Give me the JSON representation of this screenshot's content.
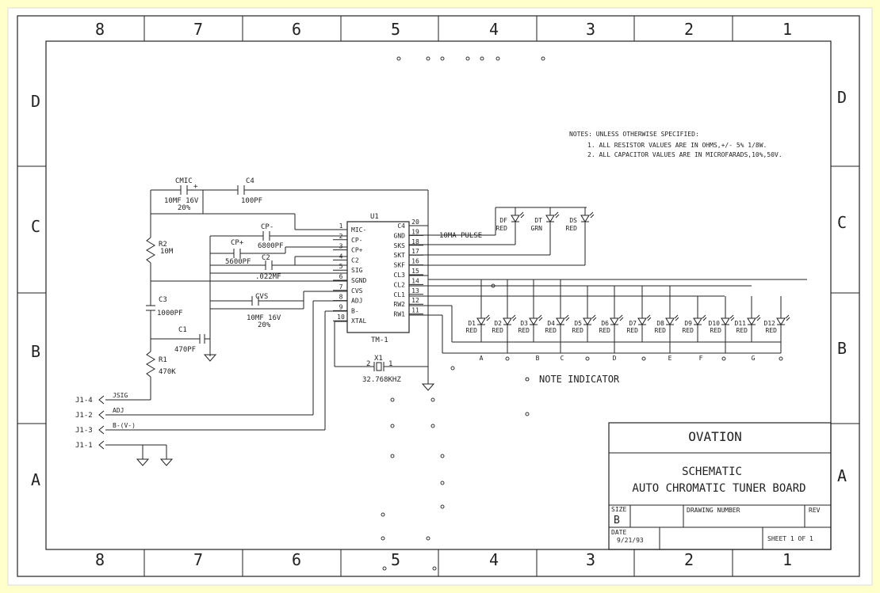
{
  "border": {
    "columns": [
      "8",
      "7",
      "6",
      "5",
      "4",
      "3",
      "2",
      "1"
    ],
    "rows": [
      "D",
      "C",
      "B",
      "A"
    ]
  },
  "notes": {
    "header": "NOTES: UNLESS OTHERWISE SPECIFIED:",
    "lines": [
      "1. ALL RESISTOR VALUES ARE IN OHMS,+/- 5% 1/8W.",
      "2. ALL CAPACITOR VALUES ARE IN MICROFARADS,10%,50V."
    ]
  },
  "ic": {
    "ref": "U1",
    "part": "TM-1",
    "left_pins": [
      {
        "num": "1",
        "name": "MIC-"
      },
      {
        "num": "2",
        "name": "CP-"
      },
      {
        "num": "3",
        "name": "CP+"
      },
      {
        "num": "4",
        "name": "C2"
      },
      {
        "num": "5",
        "name": "SIG"
      },
      {
        "num": "6",
        "name": "SGND"
      },
      {
        "num": "7",
        "name": "CVS"
      },
      {
        "num": "8",
        "name": "ADJ"
      },
      {
        "num": "9",
        "name": "B-"
      },
      {
        "num": "10",
        "name": "XTAL"
      }
    ],
    "right_pins": [
      {
        "num": "20",
        "name": "C4"
      },
      {
        "num": "19",
        "name": "GND"
      },
      {
        "num": "18",
        "name": "SKS"
      },
      {
        "num": "17",
        "name": "SKT"
      },
      {
        "num": "16",
        "name": "SKF"
      },
      {
        "num": "15",
        "name": "CL3"
      },
      {
        "num": "14",
        "name": "CL2"
      },
      {
        "num": "13",
        "name": "CL1"
      },
      {
        "num": "12",
        "name": "RW2"
      },
      {
        "num": "11",
        "name": "RW1"
      }
    ]
  },
  "components": {
    "cmic": {
      "ref": "CMIC",
      "plus": "+",
      "value": "10MF 16V",
      "tol": "20%"
    },
    "c4": {
      "ref": "C4",
      "value": "100PF"
    },
    "r2": {
      "ref": "R2",
      "value": "10M"
    },
    "cpm": {
      "ref": "CP-",
      "value": "6800PF"
    },
    "cpp": {
      "ref": "CP+",
      "value": "5600PF"
    },
    "c2": {
      "ref": "C2",
      "value": ".022MF"
    },
    "c3": {
      "ref": "C3",
      "value": "1000PF"
    },
    "c1": {
      "ref": "C1",
      "value": "470PF"
    },
    "r1": {
      "ref": "R1",
      "value": "470K"
    },
    "cvs": {
      "ref": "CVS",
      "value": "10MF 16V",
      "tol": "20%"
    },
    "x1": {
      "ref": "X1",
      "value": "32.768KHZ",
      "pin1": "1",
      "pin2": "2"
    },
    "pulse_label": "10MA PULSE"
  },
  "top_leds": [
    {
      "ref": "DF",
      "color": "RED"
    },
    {
      "ref": "DT",
      "color": "GRN"
    },
    {
      "ref": "DS",
      "color": "RED"
    }
  ],
  "leds": [
    {
      "ref": "D1",
      "color": "RED"
    },
    {
      "ref": "D2",
      "color": "RED"
    },
    {
      "ref": "D3",
      "color": "RED"
    },
    {
      "ref": "D4",
      "color": "RED"
    },
    {
      "ref": "D5",
      "color": "RED"
    },
    {
      "ref": "D6",
      "color": "RED"
    },
    {
      "ref": "D7",
      "color": "RED"
    },
    {
      "ref": "D8",
      "color": "RED"
    },
    {
      "ref": "D9",
      "color": "RED"
    },
    {
      "ref": "D10",
      "color": "RED"
    },
    {
      "ref": "D11",
      "color": "RED"
    },
    {
      "ref": "D12",
      "color": "RED"
    }
  ],
  "note_letters": [
    "A",
    "B",
    "C",
    "D",
    "E",
    "F",
    "G"
  ],
  "note_indicator": "NOTE INDICATOR",
  "connectors": [
    {
      "pin": "J1-4",
      "signal": "JSIG"
    },
    {
      "pin": "J1-2",
      "signal": "ADJ"
    },
    {
      "pin": "J1-3",
      "signal": "B-(V-)"
    },
    {
      "pin": "J1-1",
      "signal": ""
    }
  ],
  "title_block": {
    "company": "OVATION",
    "title1": "SCHEMATIC",
    "title2": "AUTO CHROMATIC TUNER BOARD",
    "size_label": "SIZE",
    "size": "B",
    "drawing_label": "DRAWING NUMBER",
    "rev_label": "REV",
    "date_label": "DATE",
    "date": "9/21/93",
    "sheet": "SHEET 1 OF 1"
  }
}
